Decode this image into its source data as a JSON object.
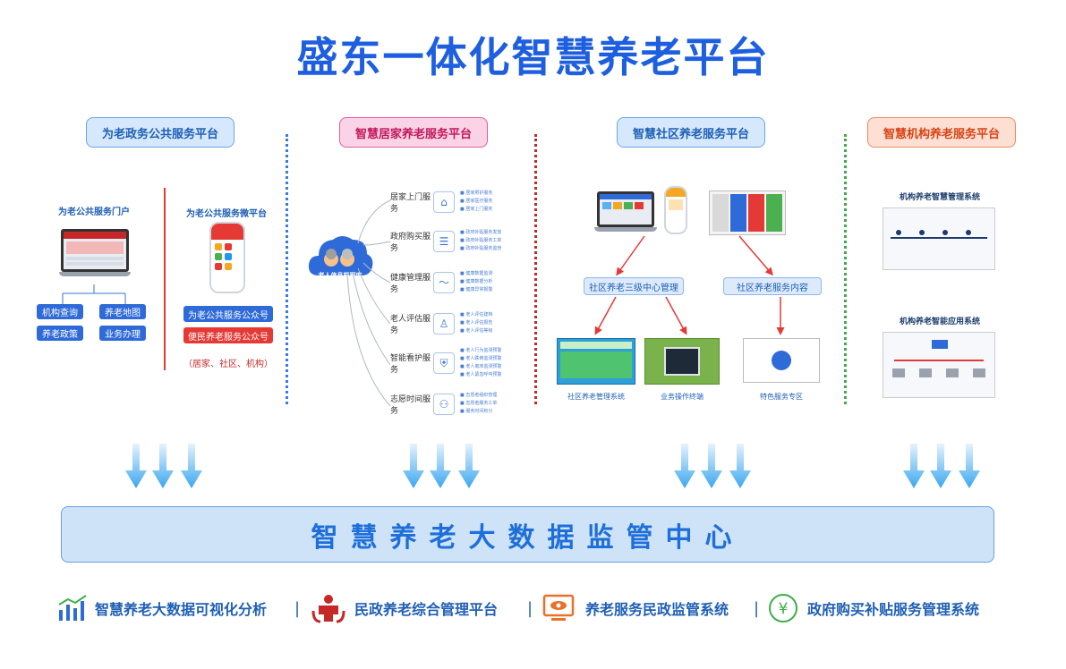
{
  "title": "盛东一体化智慧养老平台",
  "columns": {
    "gov": {
      "header": "为老政务公共服务平台",
      "portal_label": "为老公共服务门户",
      "portal_buttons": [
        "机构查询",
        "养老地图",
        "养老政策",
        "业务办理"
      ],
      "micro_label": "为老公共服务微平台",
      "micro_buttons": [
        "为老公共服务公众号",
        "便民养老服务公众号"
      ],
      "micro_note": "（居家、社区、机构）"
    },
    "home": {
      "header": "智慧居家养老服务平台",
      "cloud_label": "老人信息档案库",
      "services": [
        {
          "name": "居家上门服务",
          "icon": "home-icon",
          "subs": [
            "■ 居家照护服务",
            "■ 居家医疗服务",
            "■ 居家上门服务"
          ]
        },
        {
          "name": "政府购买服务",
          "icon": "list-icon",
          "subs": [
            "■ 政府补贴服务发放",
            "■ 政府补贴服务工单",
            "■ 政府补贴服务监管"
          ]
        },
        {
          "name": "健康管理服务",
          "icon": "heartbeat-icon",
          "subs": [
            "■ 健康数据监测",
            "■ 健康数据分析",
            "■ 健康异常报警"
          ]
        },
        {
          "name": "老人评估服务",
          "icon": "person-icon",
          "subs": [
            "■ 老人评估建档",
            "■ 老人评估报告",
            "■ 老人评估等级"
          ]
        },
        {
          "name": "智能看护服务",
          "icon": "shield-icon",
          "subs": [
            "■ 老人行为监测预警",
            "■ 老人跌倒监测预警",
            "■ 老人离床监测预警",
            "■ 老人紧急呼叫预警"
          ]
        },
        {
          "name": "志愿时间服务",
          "icon": "people-icon",
          "subs": [
            "■ 志愿者组织管理",
            "■ 志愿者服务工单",
            "■ 服务时间积分"
          ]
        }
      ]
    },
    "community": {
      "header": "智慧社区养老服务平台",
      "mgmt_label": "社区养老三级中心管理",
      "content_label": "社区养老服务内容",
      "captions": [
        "社区养老管理系统",
        "业务操作终端",
        "特色服务专区"
      ]
    },
    "institution": {
      "header": "智慧机构养老服务平台",
      "sys1": "机构养老智慧管理系统",
      "sys2": "机构养老智能应用系统"
    }
  },
  "center": "智慧养老大数据监管中心",
  "footer": [
    {
      "label": "智慧养老大数据可视化分析",
      "icon": "bar-chart-icon"
    },
    {
      "label": "民政养老综合管理平台",
      "icon": "elder-care-icon"
    },
    {
      "label": "养老服务民政监管系统",
      "icon": "monitor-eye-icon"
    },
    {
      "label": "政府购买补贴服务管理系统",
      "icon": "yuan-icon"
    }
  ],
  "footer_separator": "|",
  "colors": {
    "primary": "#1e5fe0",
    "pink": "#e45d9c",
    "peach": "#ef8a5c",
    "red_arrow": "#e53935",
    "footer_red": "#c62828",
    "green": "#3fae49"
  }
}
